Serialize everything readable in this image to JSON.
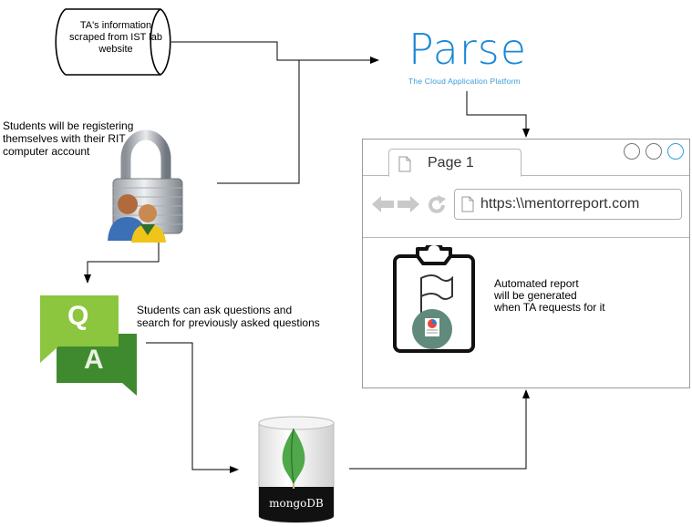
{
  "nodes": {
    "ta_scrape": {
      "text": "TA's information\nscraped from IST lab\nwebsite"
    },
    "parse": {
      "logo_text": "Parse",
      "tagline": "The Cloud Application Platform",
      "brand_color": "#1a88d6"
    },
    "login": {
      "text": "Students will be registering\nthemselves with their RIT\ncomputer account",
      "icon": "padlock-users-icon"
    },
    "qa": {
      "text": "Students can ask questions and\nsearch for previously asked questions",
      "q_letter": "Q",
      "a_letter": "A",
      "icon": "qa-chat-icon",
      "q_color": "#8cc63f",
      "a_color": "#3f8a2e"
    },
    "mongodb": {
      "label": "mongoDB",
      "icon": "mongodb-leaf-icon",
      "leaf_color": "#4fa84a"
    },
    "browser": {
      "tab_label": "Page 1",
      "url": "https:\\\\mentorreport.com",
      "report_text": "Automated report\nwill be generated\nwhen TA requests for it",
      "report_icon": "clipboard-report-icon",
      "window_button_accent": "#2ea3dc"
    }
  },
  "edges": [
    {
      "from": "ta_scrape",
      "to": "parse"
    },
    {
      "from": "login",
      "to": "parse"
    },
    {
      "from": "parse",
      "to": "browser"
    },
    {
      "from": "login",
      "to": "qa"
    },
    {
      "from": "qa",
      "to": "mongodb"
    },
    {
      "from": "mongodb",
      "to": "browser"
    }
  ]
}
